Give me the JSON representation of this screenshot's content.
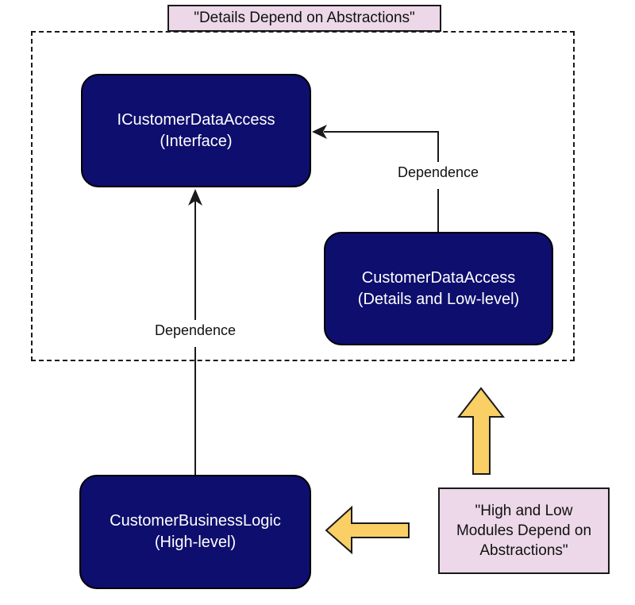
{
  "diagram": {
    "caption_top": "\"Details Depend on Abstractions\"",
    "caption_bottom_lines": [
      "\"High and Low",
      "Modules Depend on",
      "Abstractions\""
    ],
    "nodes": [
      {
        "title": "ICustomerDataAccess",
        "subtitle": "(Interface)"
      },
      {
        "title": "CustomerDataAccess",
        "subtitle": "(Details and Low-level)"
      },
      {
        "title": "CustomerBusinessLogic",
        "subtitle": "(High-level)"
      }
    ],
    "edge_labels": [
      {
        "label": "Dependence"
      },
      {
        "label": "Dependence"
      }
    ],
    "colors": {
      "node_fill": "#0e0e6e",
      "node_text": "#ffffff",
      "caption_fill": "#ecd8e8",
      "block_arrow_fill": "#f9cf66",
      "line": "#1a1a1a"
    }
  }
}
